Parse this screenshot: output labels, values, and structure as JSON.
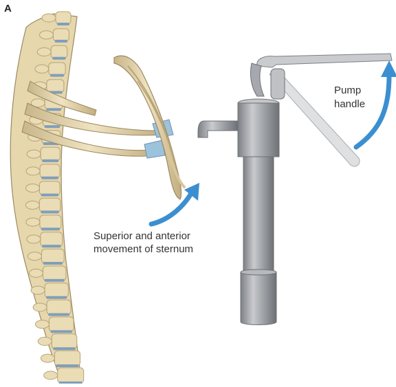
{
  "figure": {
    "panel_label": "A",
    "sternum_caption": {
      "line1": "Superior and anterior",
      "line2": "movement of sternum"
    },
    "pump_caption": {
      "line1": "Pump",
      "line2": "handle"
    }
  },
  "colors": {
    "bone": "#eadcb4",
    "bone_shadow": "#b8a377",
    "cartilage": "#9cc3dc",
    "disc": "#7f9fba",
    "arrow": "#3b8fd0",
    "pump_metal": "#a6a8ad",
    "pump_dark": "#6f7276",
    "pump_light": "#cfd1d4"
  },
  "icons": [
    "curved-arrow-icon"
  ]
}
